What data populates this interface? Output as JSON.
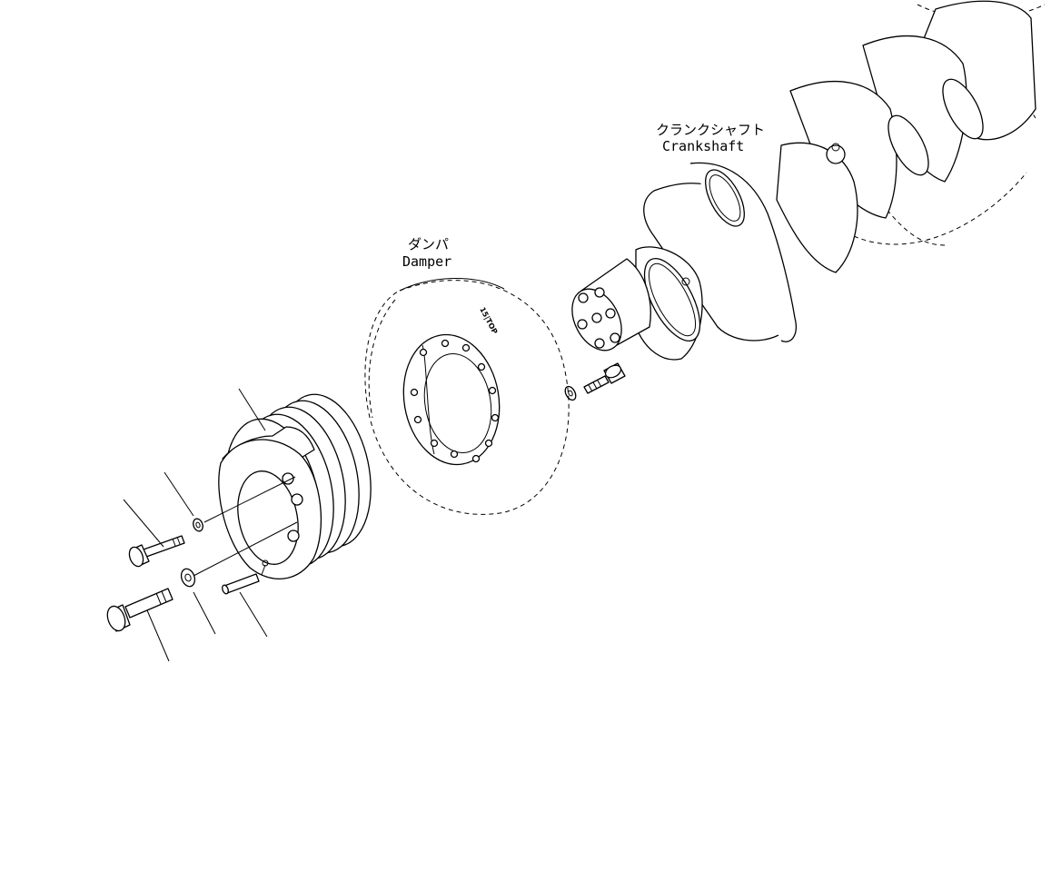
{
  "labels": {
    "crankshaft_jp": "クランクシャフト",
    "crankshaft_en": "Crankshaft",
    "damper_jp": "ダンパ",
    "damper_en": "Damper",
    "damper_stamp": "15|TOP"
  },
  "colors": {
    "line": "#000000",
    "background": "#ffffff"
  }
}
